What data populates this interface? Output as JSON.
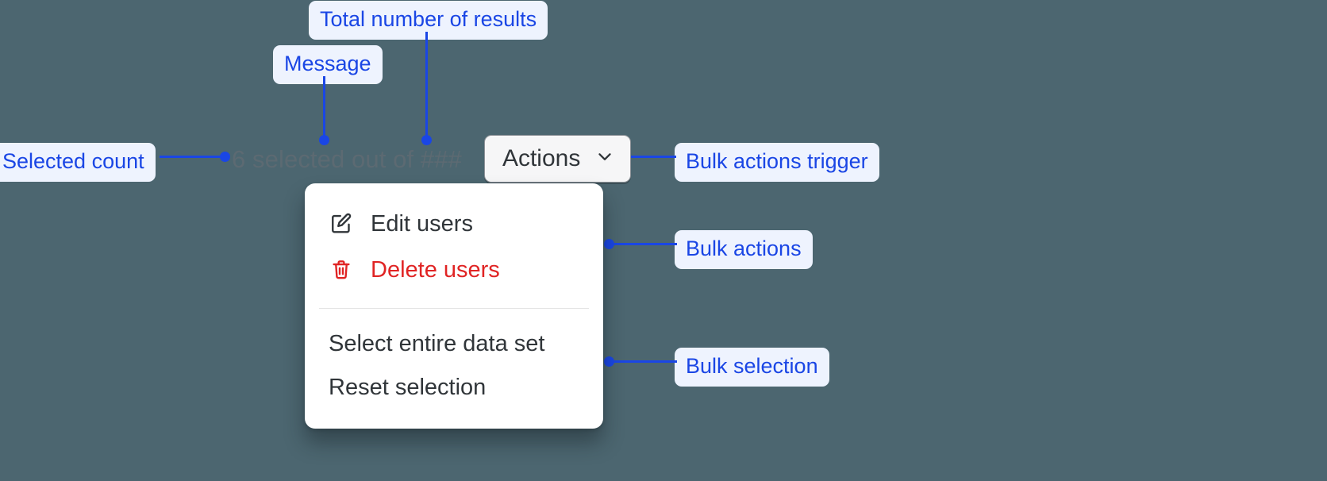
{
  "theme": {
    "background": "#4c6670",
    "annotation_bg": "#eef3fe",
    "annotation_text": "#1a46e5",
    "connector": "#1a46e5",
    "menu_bg": "#ffffff",
    "menu_text": "#303539",
    "danger_text": "#e02424",
    "button_bg": "#f6f6f7",
    "button_border": "#8c9196",
    "message_text": "#5c6a72"
  },
  "selection_bar": {
    "message": "6 selected out of ###",
    "selected_count": "6",
    "total_results_placeholder": "###"
  },
  "actions_button": {
    "label": "Actions",
    "chevron_icon": "chevron-down-icon"
  },
  "actions_menu": {
    "groups": [
      {
        "name": "bulk-actions",
        "items": [
          {
            "label": "Edit users",
            "icon": "edit-pencil-square-icon",
            "danger": false
          },
          {
            "label": "Delete users",
            "icon": "trash-icon",
            "danger": true
          }
        ]
      },
      {
        "name": "bulk-selection",
        "items": [
          {
            "label": "Select entire data set",
            "icon": null,
            "danger": false
          },
          {
            "label": "Reset selection",
            "icon": null,
            "danger": false
          }
        ]
      }
    ]
  },
  "annotations": [
    {
      "id": "total-number-of-results",
      "label": "Total number of results"
    },
    {
      "id": "message",
      "label": "Message"
    },
    {
      "id": "selected-count",
      "label": "Selected count"
    },
    {
      "id": "bulk-actions-trigger",
      "label": "Bulk actions trigger"
    },
    {
      "id": "bulk-actions",
      "label": "Bulk actions"
    },
    {
      "id": "bulk-selection",
      "label": "Bulk selection"
    }
  ]
}
